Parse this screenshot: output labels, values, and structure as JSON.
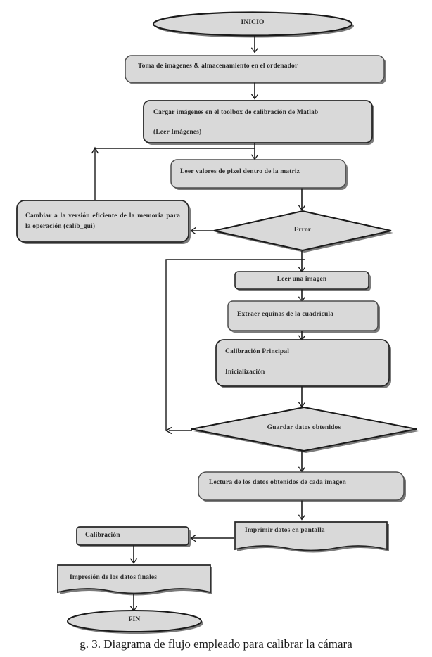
{
  "figure": {
    "caption": "g. 3.  Diagrama de flujo empleado para calibrar la cámara",
    "colors": {
      "node_fill": "#d9d9d9",
      "node_stroke": "#262626",
      "shadow": "#7a7a7a",
      "connector": "#1a1a1a",
      "text": "#2b2b2b",
      "background": "#ffffff"
    }
  },
  "nodes": {
    "inicio": {
      "label": "INICIO",
      "shape": "terminator-ellipse"
    },
    "toma_imagenes": {
      "label": "Toma de imágenes & almacenamiento en el ordenador",
      "shape": "rounded-rect"
    },
    "cargar_imagenes": {
      "line1": "Cargar imágenes en el toolbox de calibración de  Matlab",
      "line2": "(Leer Imágenes)",
      "shape": "rounded-rect"
    },
    "leer_valores": {
      "label": "Leer valores de pixel dentro de la matriz",
      "shape": "rounded-rect"
    },
    "cambiar_version": {
      "label": "Cambiar a la versión eficiente de la memoria para la operación (calib_gui)",
      "shape": "rounded-rect"
    },
    "error": {
      "label": "Error",
      "shape": "decision-diamond"
    },
    "leer_imagen": {
      "label": "Leer una imagen",
      "shape": "rounded-rect"
    },
    "extraer_esquinas": {
      "label": "Extraer equinas de la cuadricula",
      "shape": "rounded-rect"
    },
    "calibracion_principal": {
      "line1": "Calibración Principal",
      "line2": "Inicialización",
      "shape": "rounded-rect"
    },
    "guardar_datos": {
      "label": "Guardar datos obtenidos",
      "shape": "decision-diamond"
    },
    "lectura_datos": {
      "label": "Lectura de los datos obtenidos de cada imagen",
      "shape": "rounded-rect"
    },
    "imprimir_datos": {
      "label": "Imprimir datos en pantalla",
      "shape": "document"
    },
    "calibracion": {
      "label": "Calibración",
      "shape": "rect"
    },
    "impresion_finales": {
      "label": "Impresión de los  datos finales",
      "shape": "document"
    },
    "fin": {
      "label": "FIN",
      "shape": "terminator-ellipse"
    }
  }
}
